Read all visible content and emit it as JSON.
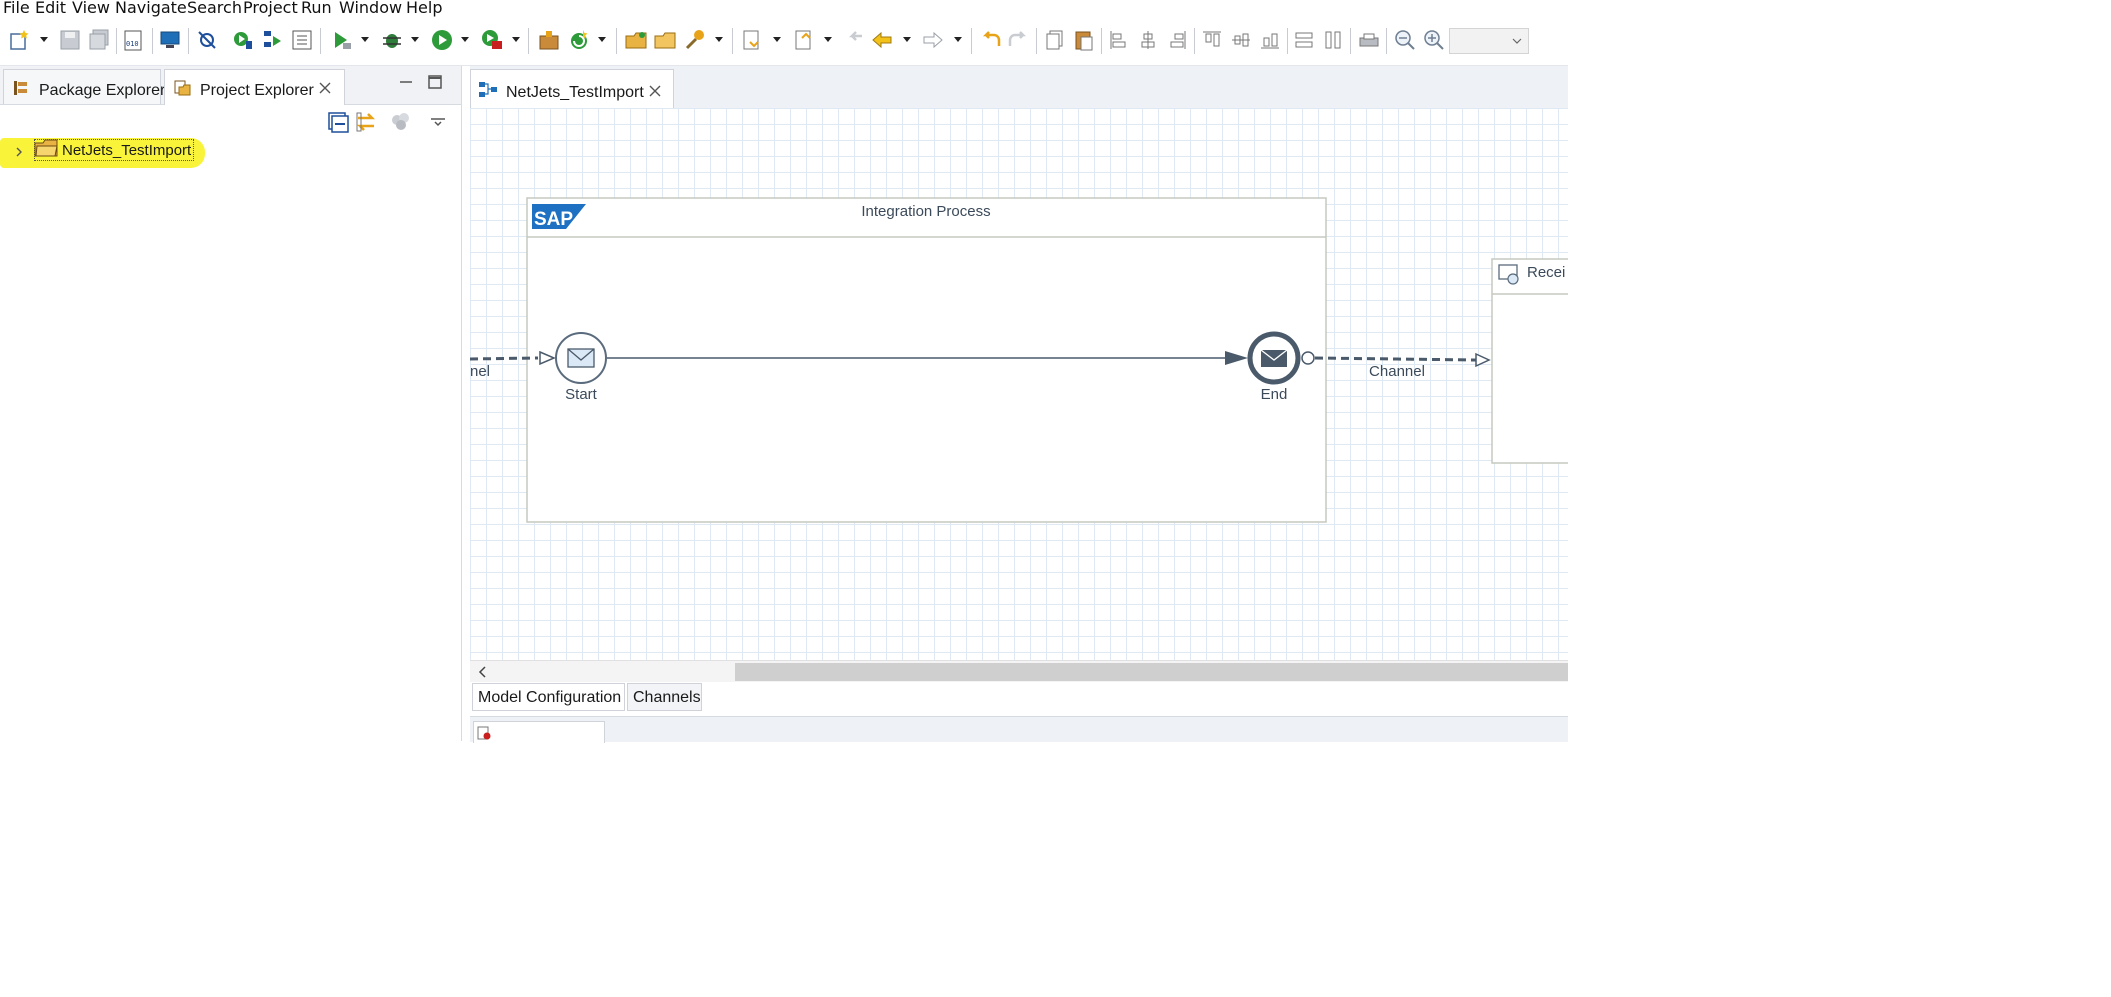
{
  "menu": [
    "File",
    "Edit",
    "View",
    "Navigate",
    "Search",
    "Project",
    "Run",
    "Window",
    "Help"
  ],
  "left_panel": {
    "tabs": [
      {
        "label": "Package Explorer",
        "icon": "package-explorer-icon"
      },
      {
        "label": "Project Explorer",
        "icon": "project-explorer-icon"
      }
    ],
    "tree": {
      "project_name": "NetJets_TestImport"
    }
  },
  "editor": {
    "tab_label": "NetJets_TestImport",
    "diagram": {
      "pool_title": "Integration Process",
      "logo_text": "SAP",
      "start_label": "Start",
      "end_label": "End",
      "left_channel_fragment": "nel",
      "right_channel_label": "Channel",
      "receiver_fragment": "Recei"
    },
    "bottom_tabs": [
      "Model Configuration",
      "Channels"
    ]
  },
  "colors": {
    "highlight": "#f9f43a",
    "flow": "#4a5a6b",
    "grid": "#dfe9f3",
    "accent_green": "#2e9b3a",
    "accent_orange": "#e8a319"
  }
}
